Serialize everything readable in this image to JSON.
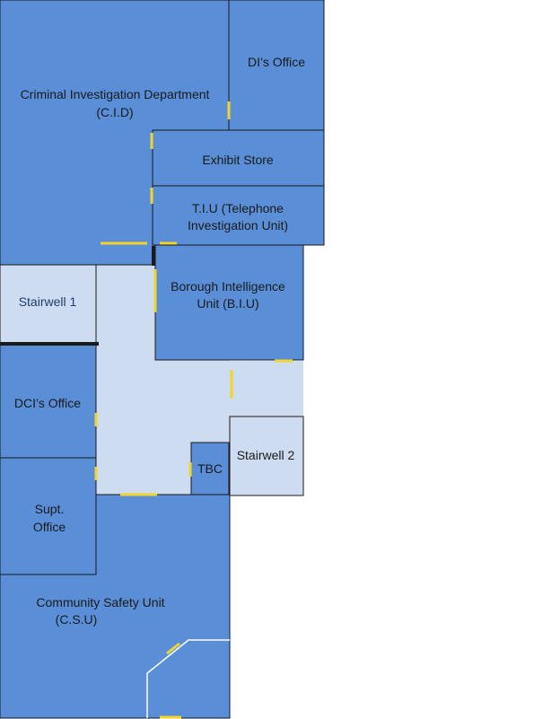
{
  "colors": {
    "room_fill": "#5a8fd8",
    "corridor_fill": "#cddcf0",
    "stair_fill": "#cddcf0",
    "wall": "#1a1a1a",
    "door": "#f2d52a",
    "label": "#1a1a1a",
    "stair_label": "#1f3f6e"
  },
  "rooms": {
    "cid": {
      "line1": "Criminal Investigation Department",
      "line2": "(C.I.D)"
    },
    "di_office": {
      "line1": "DI’s Office"
    },
    "exhibit_store": {
      "line1": "Exhibit Store"
    },
    "tiu": {
      "line1": "T.I.U (Telephone",
      "line2": "Investigation Unit)"
    },
    "biu": {
      "line1": "Borough Intelligence",
      "line2": "Unit (B.I.U)"
    },
    "stairwell1": {
      "line1": "Stairwell 1"
    },
    "dci_office": {
      "line1": "DCI’s Office"
    },
    "tbc": {
      "line1": "TBC"
    },
    "stairwell2": {
      "line1": "Stairwell 2"
    },
    "supt_office": {
      "line1": "Supt.",
      "line2": "Office"
    },
    "csu": {
      "line1": "Community Safety Unit",
      "line2": "(C.S.U)"
    }
  }
}
